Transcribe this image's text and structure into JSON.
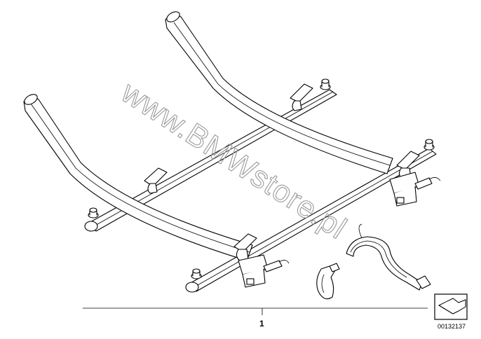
{
  "watermark": {
    "text": "www.BMWstore.pl"
  },
  "callout": {
    "label": "1"
  },
  "diagram_id": {
    "text": "00132137"
  },
  "icon": {
    "name": "part-arrow-icon"
  },
  "colors": {
    "ink": "#000000",
    "background": "#ffffff",
    "watermark": "#9a9a9a"
  }
}
